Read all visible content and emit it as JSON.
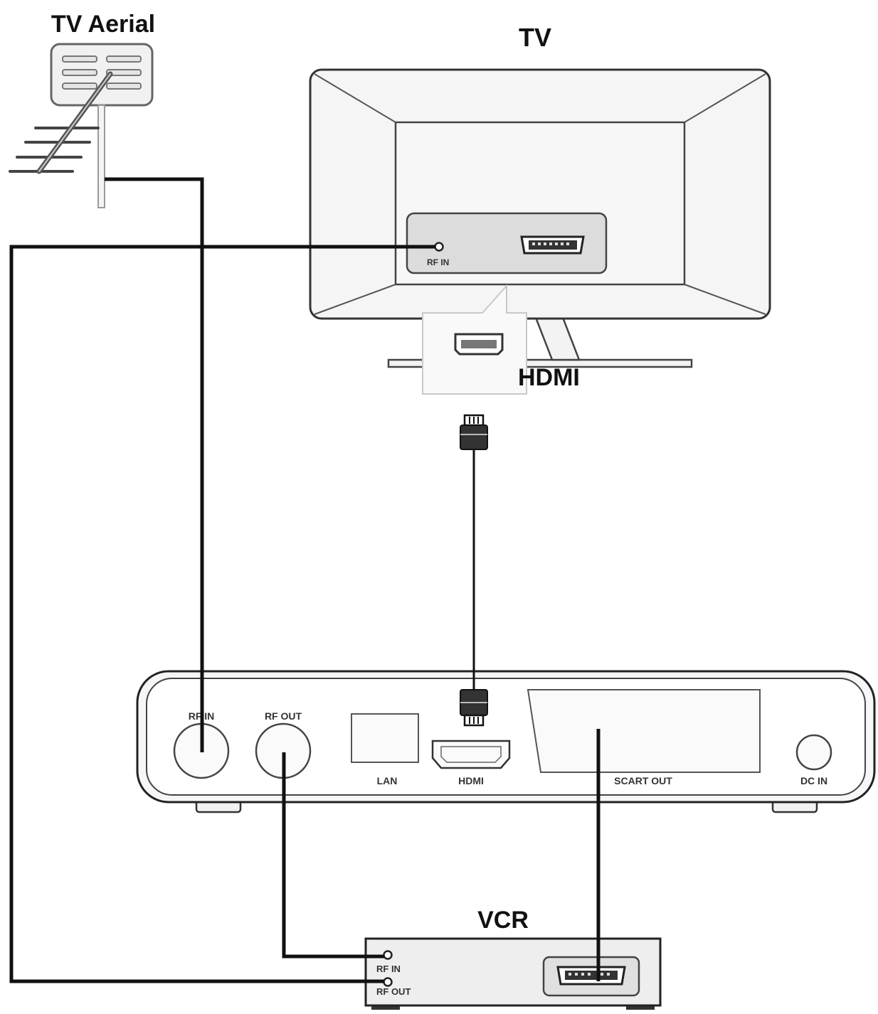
{
  "labels": {
    "aerial": "TV Aerial",
    "tv": "TV",
    "hdmi_callout": "HDMI",
    "vcr": "VCR"
  },
  "tv_panel": {
    "rf_in": "RF IN"
  },
  "receiver": {
    "rf_in": "RF IN",
    "rf_out": "RF OUT",
    "lan": "LAN",
    "hdmi": "HDMI",
    "scart_out": "SCART OUT",
    "dc_in": "DC IN"
  },
  "vcr_panel": {
    "rf_in": "RF IN",
    "rf_out": "RF OUT"
  }
}
